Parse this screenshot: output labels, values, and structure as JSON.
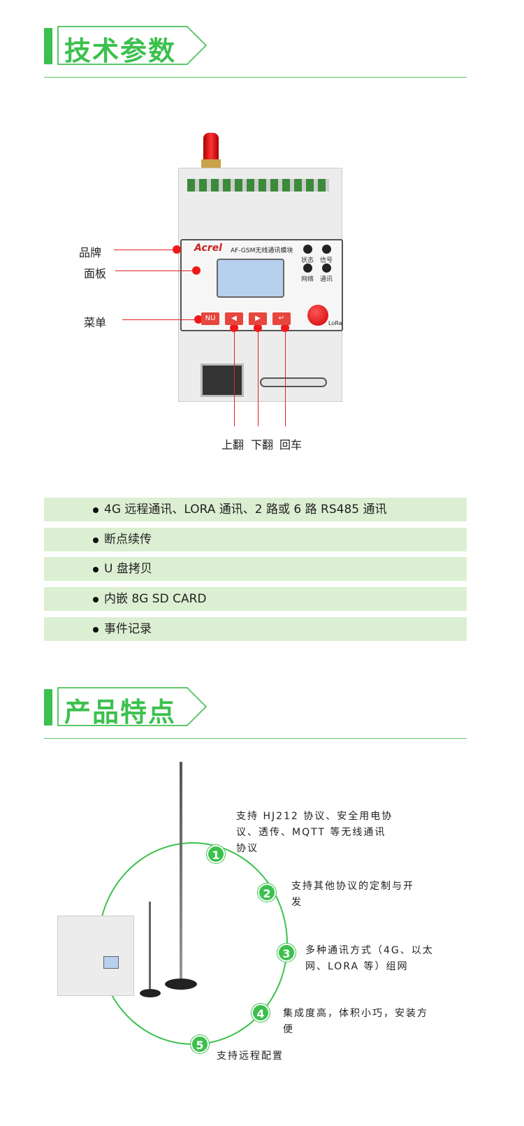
{
  "sections": {
    "specs_title": "技术参数",
    "features_title": "产品特点"
  },
  "device": {
    "brand": "Acrel",
    "model": "AF-GSM无线通讯模块",
    "leds": [
      "状态",
      "信号",
      "网络",
      "通讯"
    ],
    "menu_button": "NU",
    "lora_label": "LoRa"
  },
  "callouts": {
    "brand": "品牌",
    "panel": "面板",
    "menu": "菜单",
    "up": "上翻",
    "down": "下翻",
    "enter": "回车"
  },
  "specs": [
    "4G 远程通讯、LORA 通讯、2 路或 6 路 RS485 通讯",
    "断点续传",
    "U 盘拷贝",
    "内嵌 8G SD CARD",
    "事件记录"
  ],
  "features": [
    {
      "num": "1",
      "text": "支持 HJ212 协议、安全用电协议、透传、MQTT 等无线通讯协议"
    },
    {
      "num": "2",
      "text": "支持其他协议的定制与开发"
    },
    {
      "num": "3",
      "text": "多种通讯方式（4G、以太网、LORA 等）组网"
    },
    {
      "num": "4",
      "text": "集成度高，体积小巧，安装方便"
    },
    {
      "num": "5",
      "text": "支持远程配置"
    }
  ],
  "colors": {
    "accent": "#3cc04e",
    "spec_bg": "#dcefd2",
    "callout": "#e02020"
  }
}
